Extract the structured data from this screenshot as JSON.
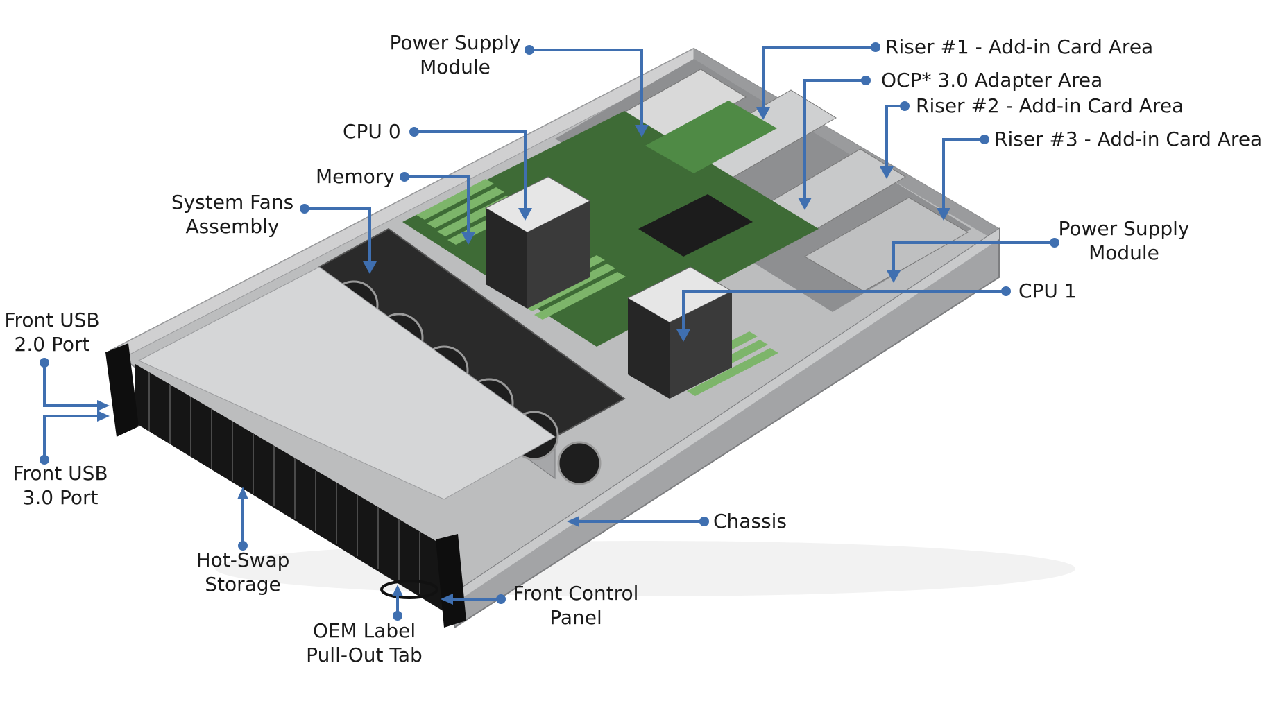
{
  "colors": {
    "callout": "#3f6fb0",
    "chassis_light": "#c8c8c8",
    "chassis_mid": "#a9aaab",
    "chassis_dark": "#6e6f71",
    "board_green": "#3e6b36",
    "dimm_green": "#7db56a",
    "fan_dark": "#1f1f1f",
    "bezel_black": "#151515"
  },
  "labels": {
    "psu_top": "Power Supply\nModule",
    "riser1": "Riser #1 - Add-in Card Area",
    "ocp": "OCP* 3.0 Adapter Area",
    "riser2": "Riser #2 - Add-in Card Area",
    "riser3": "Riser #3 - Add-in Card Area",
    "cpu0": "CPU 0",
    "memory": "Memory",
    "fans": "System Fans\nAssembly",
    "psu_right": "Power Supply\nModule",
    "cpu1": "CPU 1",
    "usb2": "Front USB\n2.0 Port",
    "usb3": "Front USB\n3.0 Port",
    "chassis": "Chassis",
    "hot_swap": "Hot-Swap\nStorage",
    "front_panel": "Front Control\nPanel",
    "oem_tab": "OEM Label\nPull-Out Tab"
  }
}
